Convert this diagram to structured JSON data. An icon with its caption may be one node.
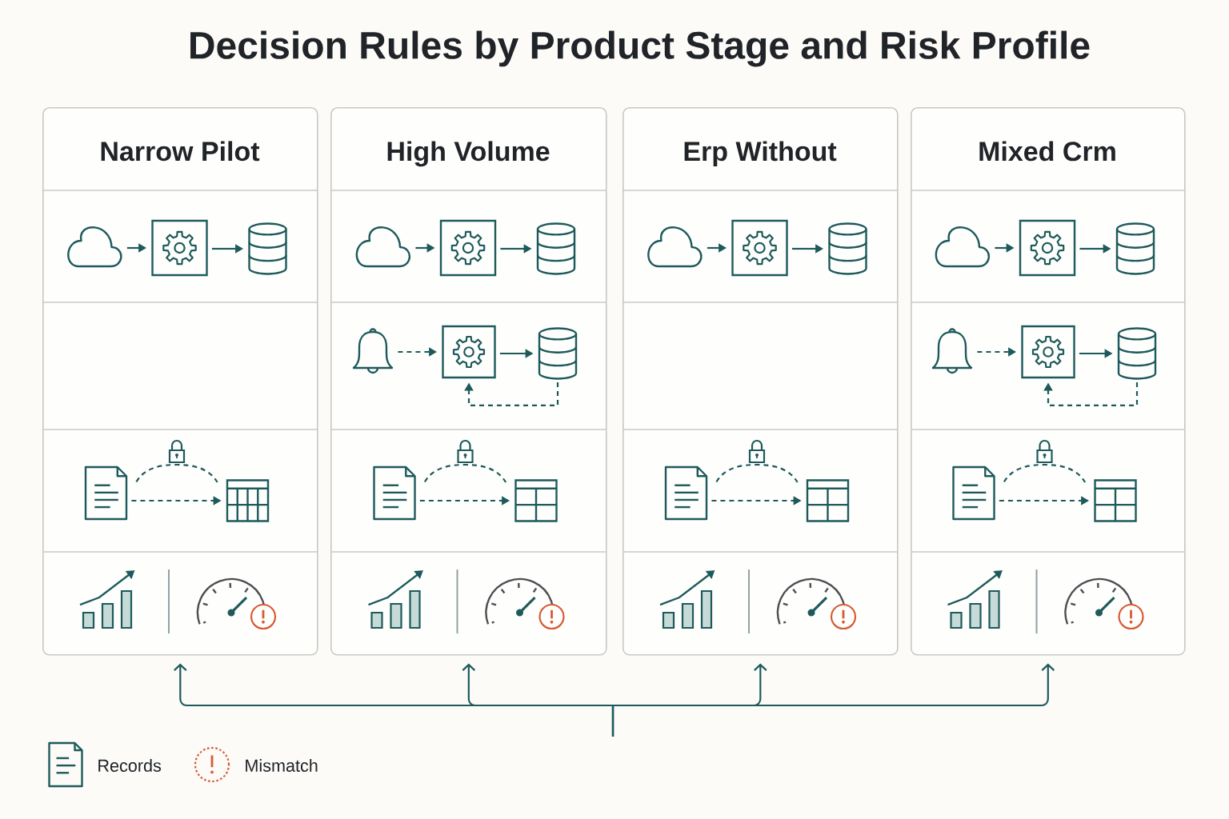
{
  "diagram": {
    "title": "Decision Rules by Product Stage and Risk Profile",
    "nodes": [
      {
        "text": [
          "Narrow Pilot"
        ]
      },
      {
        "text": [],
        "shape": "cloud",
        "in": 0
      },
      {
        "text": [],
        "shape": "box",
        "in": 0
      },
      {
        "text": [],
        "shape": "cylinder",
        "in": 0
      },
      {
        "text": [],
        "shape": "picture",
        "in": 0
      },
      {
        "text": [],
        "shape": "picture",
        "in": 0
      },
      {
        "text": [
          "High Volume"
        ]
      },
      {
        "text": [],
        "shape": "cloud",
        "in": 6
      },
      {
        "text": [],
        "shape": "box",
        "in": 6
      },
      {
        "text": [],
        "shape": "cylinder",
        "in": 6
      },
      {
        "text": [],
        "shape": "picture",
        "in": 6
      },
      {
        "text": [],
        "shape": "box",
        "in": 6
      },
      {
        "text": [],
        "shape": "cylinder",
        "in": 6
      },
      {
        "text": [],
        "shape": "picture",
        "in": 6
      },
      {
        "text": [],
        "shape": "picture",
        "in": 6
      },
      {
        "text": [
          "Erp Without"
        ]
      },
      {
        "text": [],
        "shape": "cloud",
        "in": 15
      },
      {
        "text": [],
        "shape": "box",
        "in": 15
      },
      {
        "text": [],
        "shape": "cylinder",
        "in": 15
      },
      {
        "text": [],
        "shape": "picture",
        "in": 15
      },
      {
        "text": [],
        "shape": "picture",
        "in": 15
      },
      {
        "text": [
          "Mixed Crm"
        ]
      },
      {
        "text": [],
        "shape": "cloud",
        "in": 21
      },
      {
        "text": [],
        "shape": "box",
        "in": 21
      },
      {
        "text": [],
        "shape": "cylinder",
        "in": 21
      },
      {
        "text": [],
        "shape": "picture",
        "in": 21
      },
      {
        "text": [],
        "shape": "box",
        "in": 21
      },
      {
        "text": [],
        "shape": "cylinder",
        "in": 21
      },
      {
        "text": [],
        "shape": "picture",
        "in": 21
      },
      {
        "text": [],
        "shape": "picture",
        "in": 21
      }
    ],
    "edges": [
      {
        "from": 1,
        "to": 2,
        "arrow": "to"
      },
      {
        "from": 2,
        "to": 3,
        "arrow": "to"
      },
      {
        "from": 4,
        "to": 5,
        "arrow": "to",
        "style": "dashed"
      },
      {
        "from": 4,
        "to": 5,
        "arrow": "none",
        "style": "dashed"
      },
      {
        "from": 7,
        "to": 8,
        "arrow": "to"
      },
      {
        "from": 8,
        "to": 9,
        "arrow": "to"
      },
      {
        "from": 10,
        "to": 11,
        "arrow": "to",
        "style": "dashed"
      },
      {
        "from": 11,
        "to": 12,
        "arrow": "to"
      },
      {
        "from": 12,
        "to": 11,
        "arrow": "to",
        "style": "dashed"
      },
      {
        "from": 13,
        "to": 14,
        "arrow": "to",
        "style": "dashed"
      },
      {
        "from": 13,
        "to": 14,
        "arrow": "none",
        "style": "dashed"
      },
      {
        "from": 16,
        "to": 17,
        "arrow": "to"
      },
      {
        "from": 17,
        "to": 18,
        "arrow": "to"
      },
      {
        "from": 19,
        "to": 20,
        "arrow": "to",
        "style": "dashed"
      },
      {
        "from": 19,
        "to": 20,
        "arrow": "none",
        "style": "dashed"
      },
      {
        "from": 22,
        "to": 23,
        "arrow": "to"
      },
      {
        "from": 23,
        "to": 24,
        "arrow": "to"
      },
      {
        "from": 25,
        "to": 26,
        "arrow": "to",
        "style": "dashed"
      },
      {
        "from": 26,
        "to": 27,
        "arrow": "to"
      },
      {
        "from": 27,
        "to": 26,
        "arrow": "to",
        "style": "dashed"
      },
      {
        "from": 28,
        "to": 29,
        "arrow": "to",
        "style": "dashed"
      },
      {
        "from": 28,
        "to": 29,
        "arrow": "none",
        "style": "dashed"
      },
      {
        "from": null,
        "to": 0,
        "arrow": "to"
      },
      {
        "from": null,
        "to": 6,
        "arrow": "to"
      },
      {
        "from": null,
        "to": 15,
        "arrow": "to"
      },
      {
        "from": null,
        "to": 21,
        "arrow": "to"
      }
    ],
    "legend": [
      {
        "text": "Records"
      },
      {
        "text": "Mismatch"
      }
    ]
  }
}
